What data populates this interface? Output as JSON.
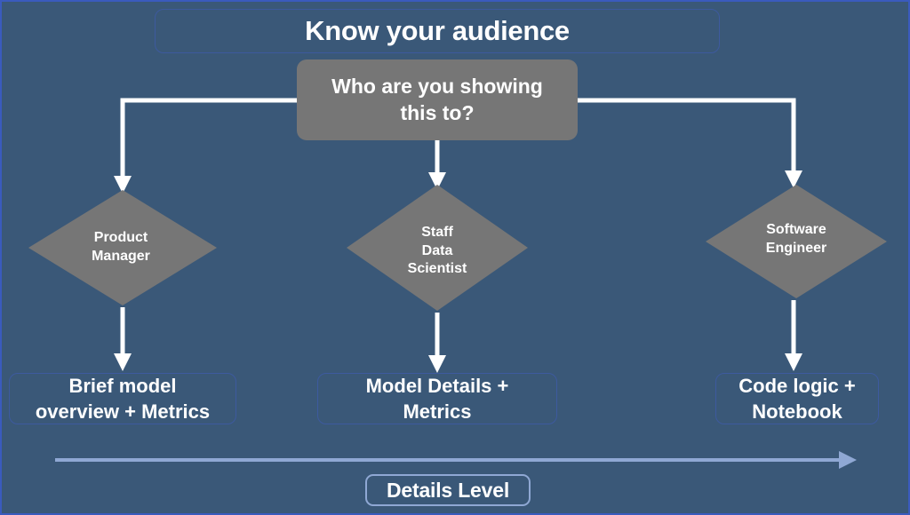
{
  "slide": {
    "title": "Know your audience",
    "background_color": "#3a5878",
    "border_color": "#3a5bbd",
    "node_fill_color": "#767676",
    "connector_color": "#ffffff",
    "axis_color": "#8fa8d4",
    "text_color": "#ffffff"
  },
  "root": {
    "label": "Who are you showing this to?"
  },
  "branches": [
    {
      "role": "Product\nManager",
      "role_name": "Product Manager",
      "outcome": "Brief model\noverview + Metrics",
      "outcome_name": "Brief model overview + Metrics"
    },
    {
      "role": "Staff\nData\nScientist",
      "role_name": "Staff Data Scientist",
      "outcome": "Model Details +\nMetrics",
      "outcome_name": "Model Details + Metrics"
    },
    {
      "role": "Software\nEngineer",
      "role_name": "Software Engineer",
      "outcome": "Code logic +\nNotebook",
      "outcome_name": "Code logic + Notebook"
    }
  ],
  "axis": {
    "label": "Details Level",
    "direction": "left-to-right-increasing"
  }
}
